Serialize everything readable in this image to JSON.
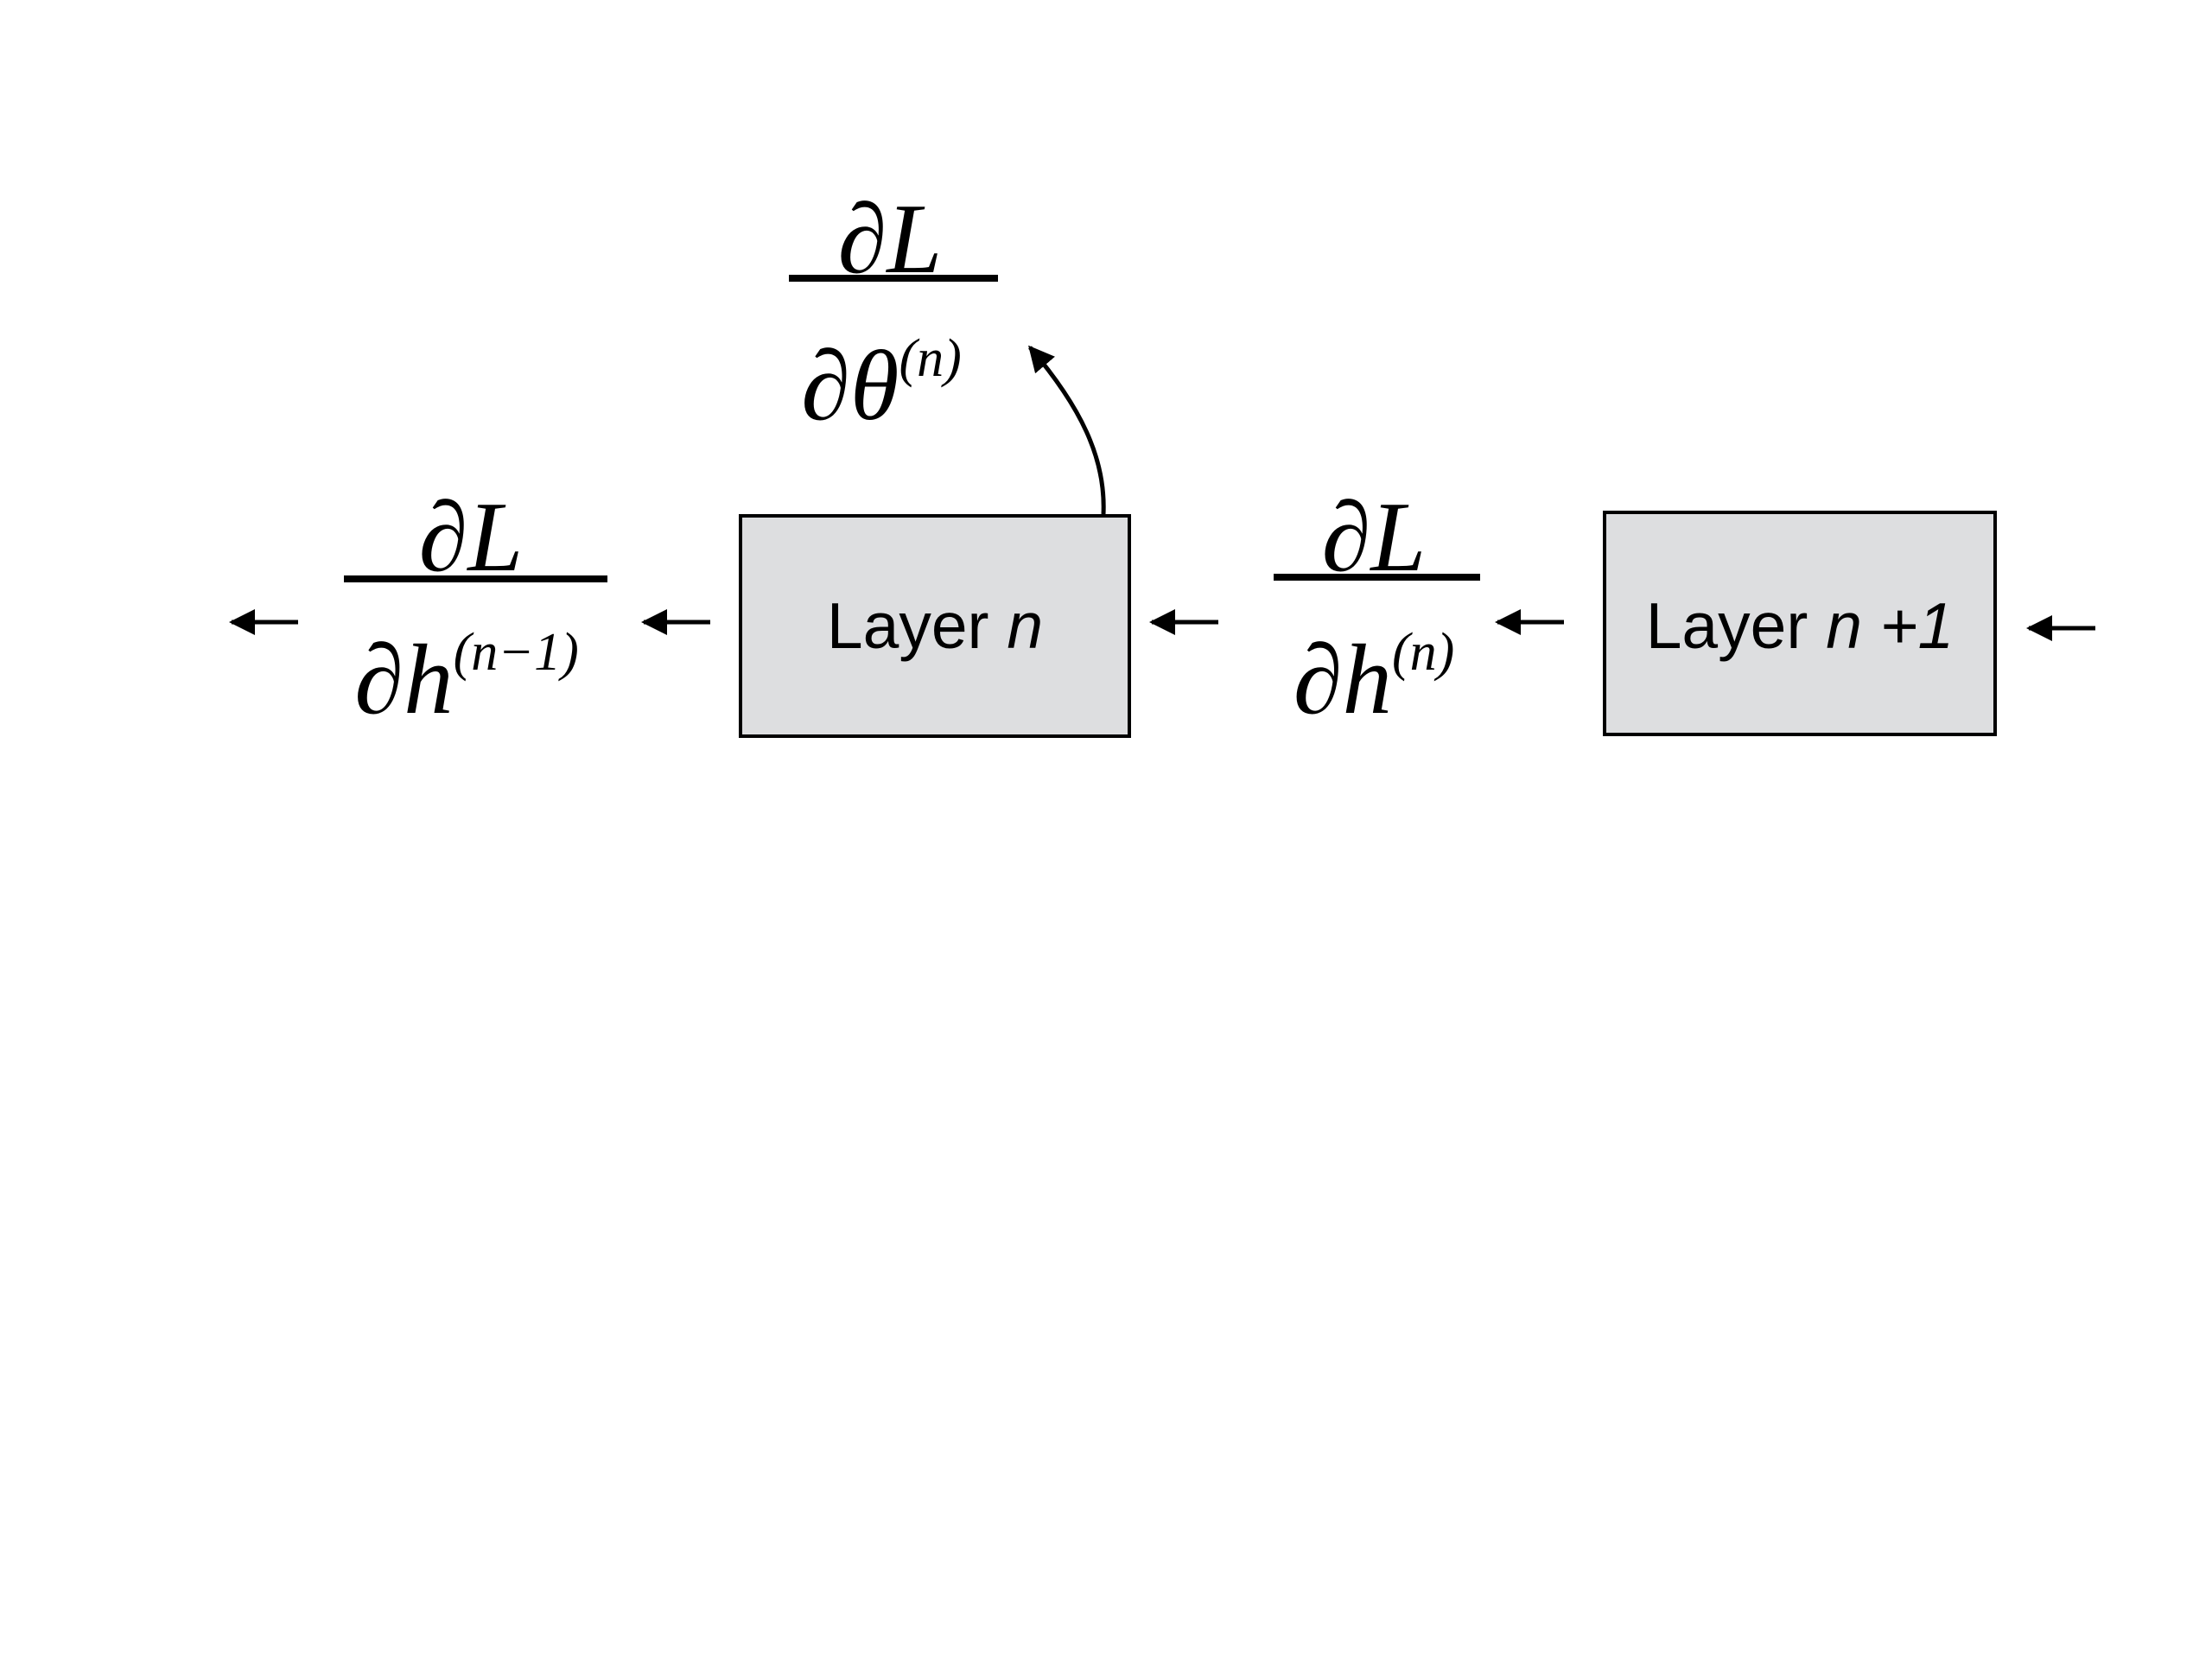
{
  "layers": [
    {
      "word": "Layer",
      "index": "n",
      "suffix": ""
    },
    {
      "word": "Layer",
      "index": "n",
      "suffix": " +1"
    }
  ],
  "fractions": {
    "theta": {
      "partial": "∂",
      "numer": "L",
      "denom": "θ",
      "superscript": "(n)"
    },
    "h_n": {
      "partial": "∂",
      "numer": "L",
      "denom": "h",
      "superscript": "(n)"
    },
    "h_n_minus_1": {
      "partial": "∂",
      "numer": "L",
      "denom": "h",
      "superscript": "(n−1)"
    }
  },
  "colors": {
    "box_fill": "#dddee0",
    "stroke": "#000000",
    "background": "#ffffff"
  }
}
